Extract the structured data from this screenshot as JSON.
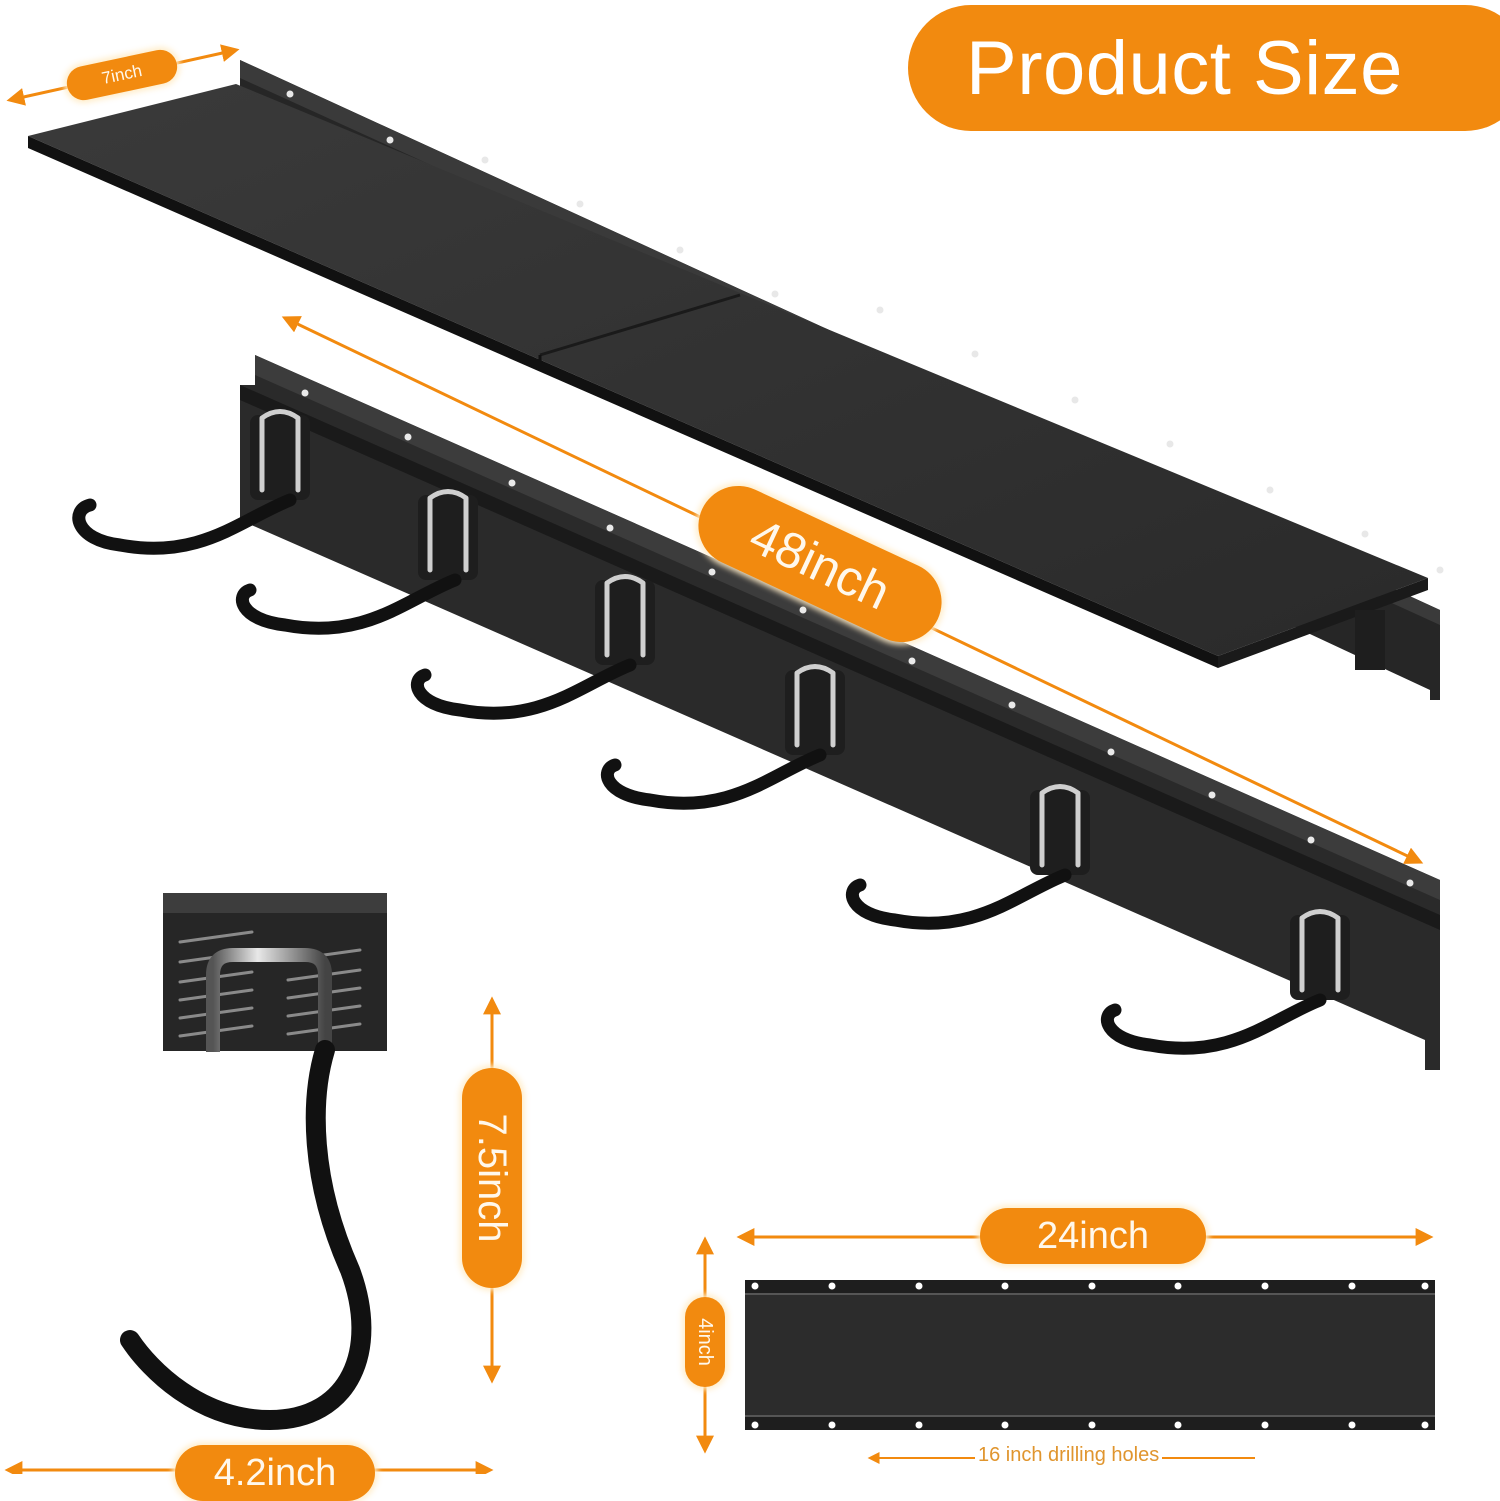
{
  "title": "Product Size",
  "colors": {
    "accent": "#f28a0f",
    "product": "#2b2b2b",
    "background": "#ffffff"
  },
  "dimensions": {
    "shelf_depth": "7inch",
    "rail_length": "48inch",
    "hook_height": "7.5inch",
    "hook_width": "4.2inch",
    "panel_length": "24inch",
    "panel_height": "4inch",
    "drilling_holes": "16 inch drilling holes"
  },
  "products": {
    "shelf": "wall shelf",
    "rail": "hook rail",
    "hook_count": 6,
    "single_hook": "single hook",
    "panel": "rail panel"
  }
}
